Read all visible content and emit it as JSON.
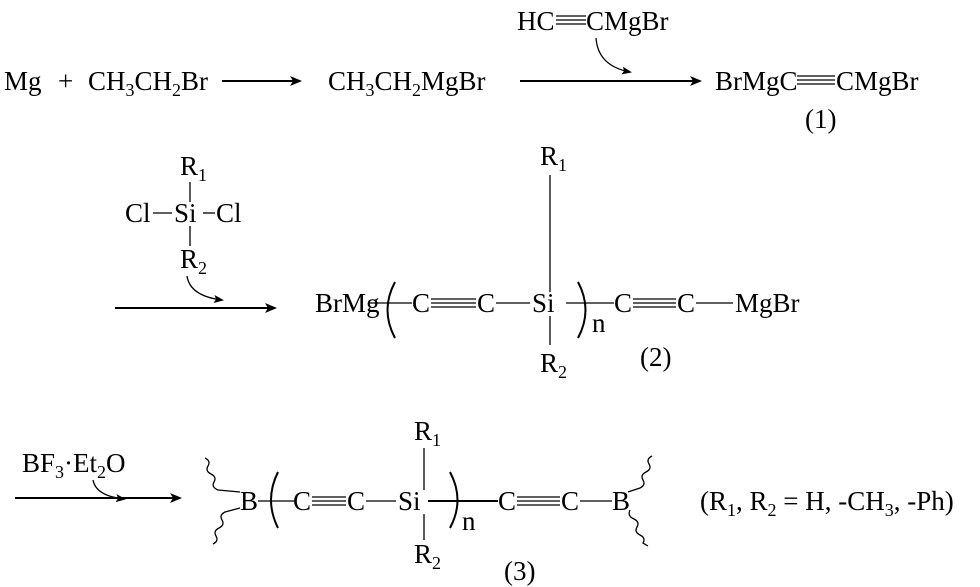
{
  "step1": {
    "mg": "Mg",
    "plus": "+",
    "ethyl_bromide": [
      "CH",
      "3",
      "CH",
      "2",
      "Br"
    ],
    "grignard": [
      "CH",
      "3",
      "CH",
      "2",
      "MgBr"
    ],
    "reagent_left": "HC",
    "reagent_right": "CMgBr",
    "product_left": "BrMgC",
    "product_right": "CMgBr",
    "label": "(1)"
  },
  "step2": {
    "reagent": {
      "r1": [
        "R",
        "1"
      ],
      "cl_left": "Cl",
      "si": "Si",
      "cl_right": "Cl",
      "r2": [
        "R",
        "2"
      ]
    },
    "product": {
      "start": "BrMg",
      "c1": "C",
      "c2": "C",
      "si": "Si",
      "r1": [
        "R",
        "1"
      ],
      "r2": [
        "R",
        "2"
      ],
      "n": "n",
      "c3": "C",
      "c4": "C",
      "end": "MgBr"
    },
    "label": "(2)"
  },
  "step3": {
    "reagent": [
      "BF",
      "3",
      "·Et",
      "2",
      "O"
    ],
    "product": {
      "b_left": "B",
      "c1": "C",
      "c2": "C",
      "si": "Si",
      "r1": [
        "R",
        "1"
      ],
      "r2": [
        "R",
        "2"
      ],
      "n": "n",
      "c3": "C",
      "c4": "C",
      "b_right": "B"
    },
    "label": "(3)",
    "note": [
      "(R",
      "1",
      ", R",
      "2",
      " = H, -CH",
      "3",
      ", -Ph)"
    ]
  }
}
